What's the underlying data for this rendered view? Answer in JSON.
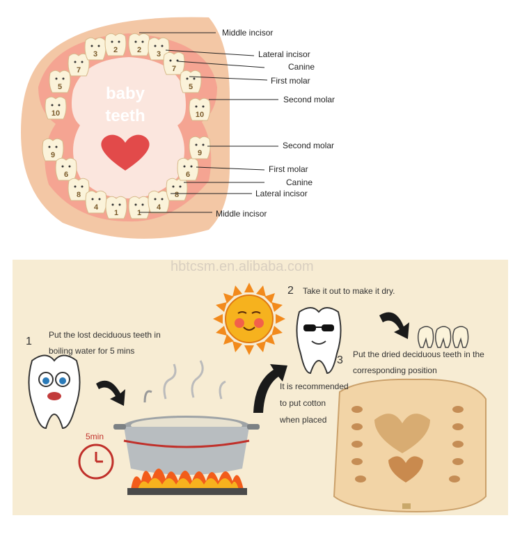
{
  "diagram": {
    "center_title_line1": "baby",
    "center_title_line2": "teeth",
    "upper_tooth_numbers": [
      "10",
      "5",
      "7",
      "3",
      "2",
      "2",
      "3",
      "7",
      "5",
      "10"
    ],
    "lower_tooth_numbers": [
      "9",
      "6",
      "8",
      "4",
      "1",
      "1",
      "4",
      "8",
      "6",
      "9"
    ],
    "labels_upper": [
      "Middle incisor",
      "Lateral incisor",
      "Canine",
      "First molar",
      "Second molar"
    ],
    "labels_lower": [
      "Second molar",
      "First molar",
      "Canine",
      "Lateral incisor",
      "Middle incisor"
    ],
    "colors": {
      "gum": "#f3c7a5",
      "palate": "#f6a08f",
      "tooth": "#fbf3da",
      "heart": "#e24a4a"
    }
  },
  "instructions": {
    "watermark": "hbtcsm.en.alibaba.com",
    "step1_number": "1",
    "step1_line1": "Put the lost deciduous teeth in",
    "step1_line2": "boiling water for 5 mins",
    "timer_label": "5min",
    "step2_number": "2",
    "step2_text": "Take it out to make it dry.",
    "step3_number": "3",
    "step3_line1": "Put the dried deciduous teeth in the",
    "step3_line2": "corresponding position",
    "cotton_line1": "It is recommended",
    "cotton_line2": "to put cotton",
    "cotton_line3": "when placed"
  }
}
